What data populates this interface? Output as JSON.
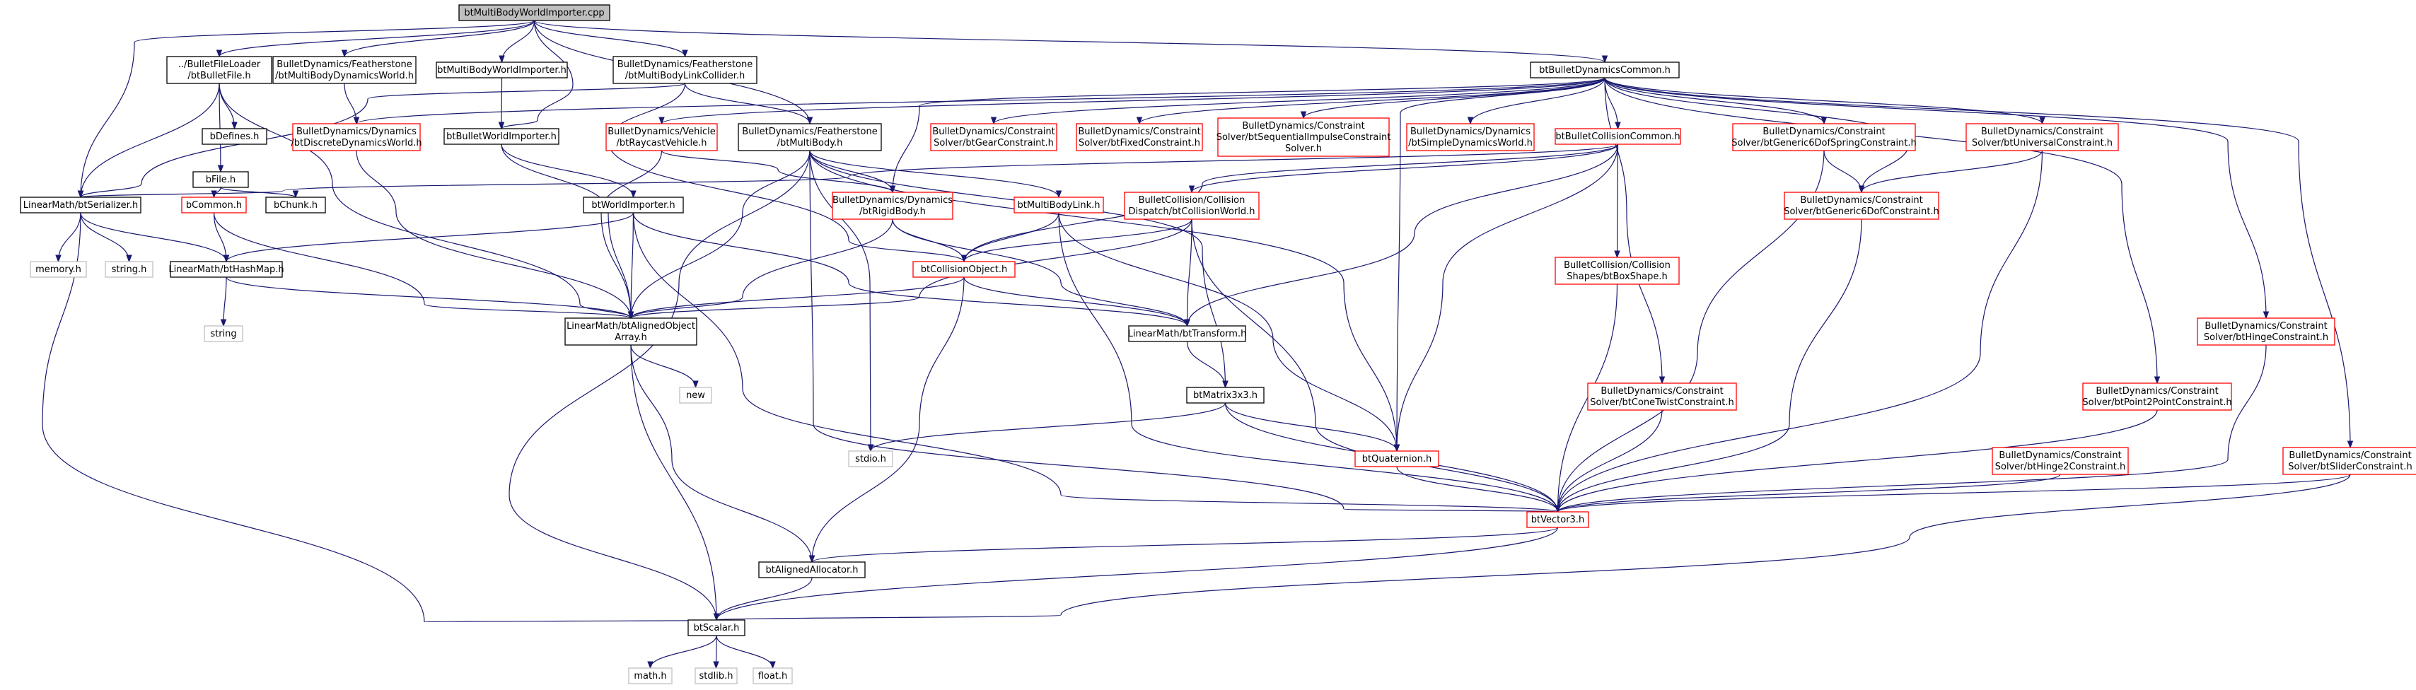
{
  "colors": {
    "edge": "#191970",
    "root_fill": "#bfbfbf",
    "node_border": "#000000",
    "node_fill": "#ffffff",
    "missing_border": "#ff0000",
    "system_border": "#bfbfbf"
  },
  "nodes": {
    "root": [
      "btMultiBodyWorldImporter.cpp"
    ],
    "bulletfile": [
      "../BulletFileLoader",
      "/btBulletFile.h"
    ],
    "fsdyn": [
      "BulletDynamics/Featherstone",
      "/btMultiBodyDynamicsWorld.h"
    ],
    "mbwi": [
      "btMultiBodyWorldImporter.h"
    ],
    "fslink": [
      "BulletDynamics/Featherstone",
      "/btMultiBodyLinkCollider.h"
    ],
    "common": [
      "btBulletDynamicsCommon.h"
    ],
    "bdefines": [
      "bDefines.h"
    ],
    "discrete": [
      "BulletDynamics/Dynamics",
      "/btDiscreteDynamicsWorld.h"
    ],
    "bwi": [
      "btBulletWorldImporter.h"
    ],
    "raycast": [
      "BulletDynamics/Vehicle",
      "/btRaycastVehicle.h"
    ],
    "multibody": [
      "BulletDynamics/Featherstone",
      "/btMultiBody.h"
    ],
    "gear": [
      "BulletDynamics/Constraint",
      "Solver/btGearConstraint.h"
    ],
    "fixed": [
      "BulletDynamics/Constraint",
      "Solver/btFixedConstraint.h"
    ],
    "seqimp": [
      "BulletDynamics/Constraint",
      "Solver/btSequentialImpulseConstraint",
      "Solver.h"
    ],
    "simple": [
      "BulletDynamics/Dynamics",
      "/btSimpleDynamicsWorld.h"
    ],
    "colcommon": [
      "btBulletCollisionCommon.h"
    ],
    "g6spring": [
      "BulletDynamics/Constraint",
      "Solver/btGeneric6DofSpringConstraint.h"
    ],
    "universal": [
      "BulletDynamics/Constraint",
      "Solver/btUniversalConstraint.h"
    ],
    "bfile": [
      "bFile.h"
    ],
    "serializer": [
      "LinearMath/btSerializer.h"
    ],
    "bcommon": [
      "bCommon.h"
    ],
    "bchunk": [
      "bChunk.h"
    ],
    "rigidbody": [
      "BulletDynamics/Dynamics",
      "/btRigidBody.h"
    ],
    "mblink": [
      "btMultiBodyLink.h"
    ],
    "dispatch": [
      "BulletCollision/Collision",
      "Dispatch/btCollisionWorld.h"
    ],
    "g6dof": [
      "BulletDynamics/Constraint",
      "Solver/btGeneric6DofConstraint.h"
    ],
    "memory": [
      "memory.h"
    ],
    "stringh": [
      "string.h"
    ],
    "hashmap": [
      "LinearMath/btHashMap.h"
    ],
    "wi": [
      "btWorldImporter.h"
    ],
    "colobj": [
      "btCollisionObject.h"
    ],
    "boxshape": [
      "BulletCollision/Collision",
      "Shapes/btBoxShape.h"
    ],
    "hinge": [
      "BulletDynamics/Constraint",
      "Solver/btHingeConstraint.h"
    ],
    "string": [
      "string"
    ],
    "aligned": [
      "LinearMath/btAlignedObject",
      "Array.h"
    ],
    "transform": [
      "LinearMath/btTransform.h"
    ],
    "new": [
      "new"
    ],
    "conetwist": [
      "BulletDynamics/Constraint",
      "Solver/btConeTwistConstraint.h"
    ],
    "p2p": [
      "BulletDynamics/Constraint",
      "Solver/btPoint2PointConstraint.h"
    ],
    "matrix": [
      "btMatrix3x3.h"
    ],
    "stdio": [
      "stdio.h"
    ],
    "quat": [
      "btQuaternion.h"
    ],
    "hinge2": [
      "BulletDynamics/Constraint",
      "Solver/btHinge2Constraint.h"
    ],
    "slider": [
      "BulletDynamics/Constraint",
      "Solver/btSliderConstraint.h"
    ],
    "vector": [
      "btVector3.h"
    ],
    "allocator": [
      "btAlignedAllocator.h"
    ],
    "scalar": [
      "btScalar.h"
    ],
    "math": [
      "math.h"
    ],
    "stdlib": [
      "stdlib.h"
    ],
    "float": [
      "float.h"
    ]
  }
}
